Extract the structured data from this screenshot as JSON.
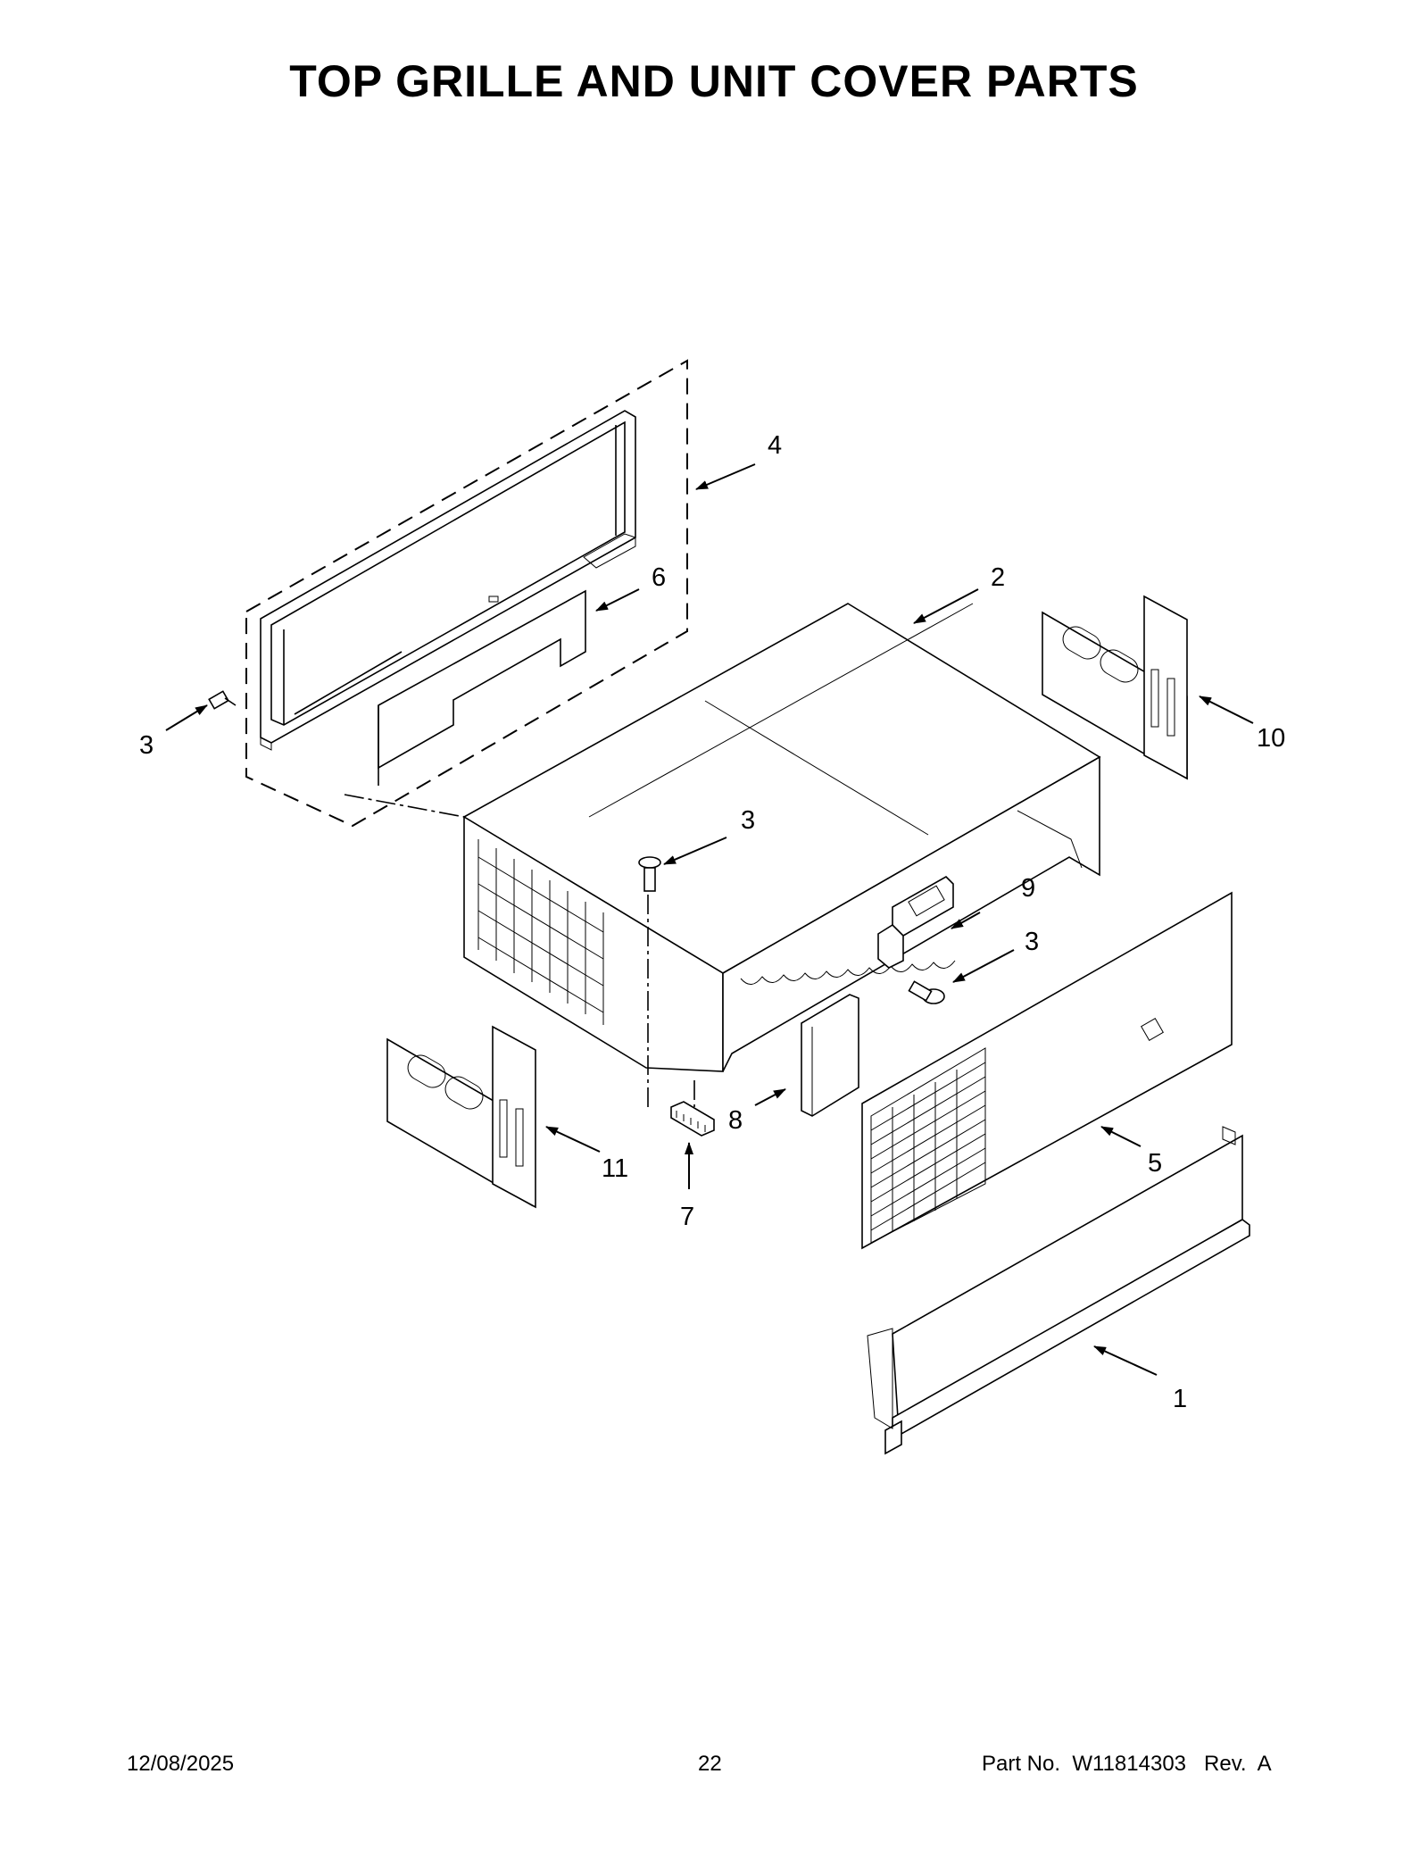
{
  "page": {
    "title": "TOP GRILLE AND UNIT COVER PARTS",
    "footer": {
      "date": "12/08/2025",
      "page_number": "22",
      "part_number": "Part No.  W11814303   Rev.  A"
    }
  },
  "callouts": [
    {
      "id": "c4",
      "label": "4"
    },
    {
      "id": "c6",
      "label": "6"
    },
    {
      "id": "c2",
      "label": "2"
    },
    {
      "id": "c10",
      "label": "10"
    },
    {
      "id": "c3a",
      "label": "3"
    },
    {
      "id": "c3b",
      "label": "3"
    },
    {
      "id": "c9",
      "label": "9"
    },
    {
      "id": "c3c",
      "label": "3"
    },
    {
      "id": "c8",
      "label": "8"
    },
    {
      "id": "c11",
      "label": "11"
    },
    {
      "id": "c7",
      "label": "7"
    },
    {
      "id": "c5",
      "label": "5"
    },
    {
      "id": "c1",
      "label": "1"
    }
  ]
}
